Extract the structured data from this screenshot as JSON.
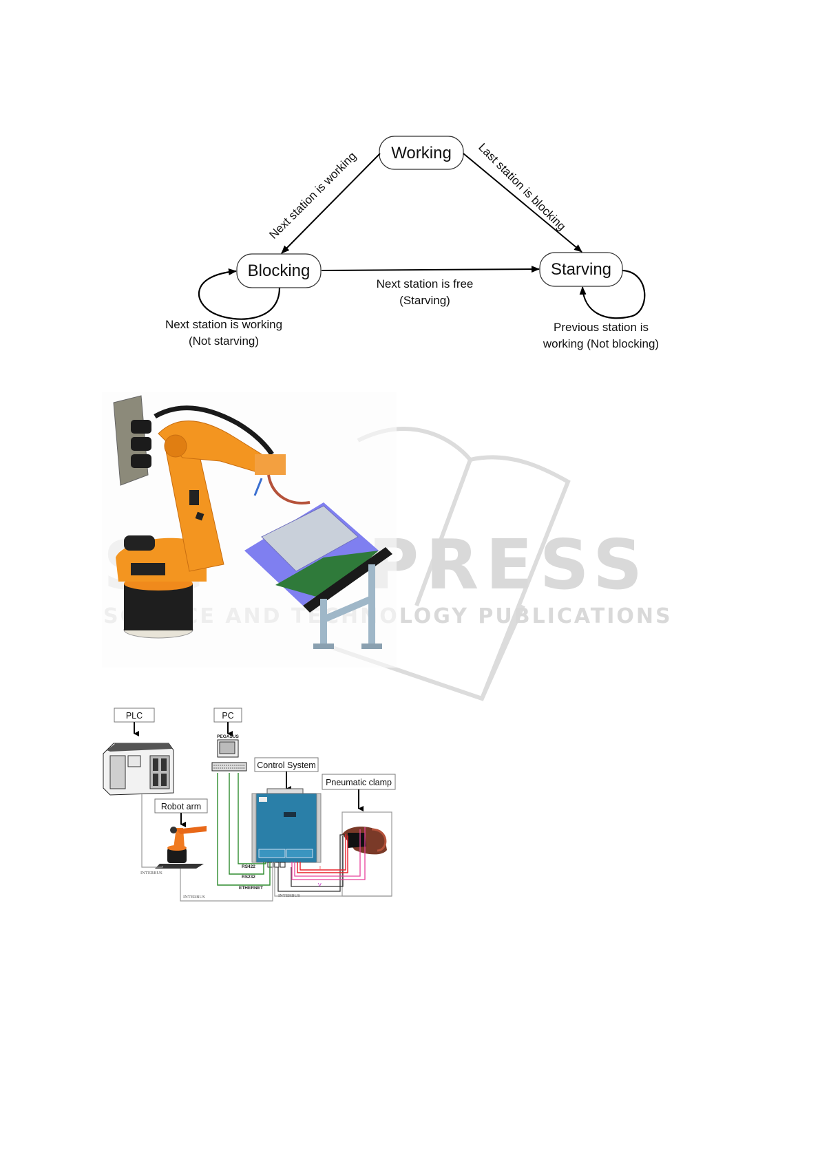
{
  "watermark": {
    "brand": "SCITEPRESS",
    "brand_visible_part": "PRESS",
    "tagline": "SCIENCE AND TECHNOLOGY PUBLICATIONS"
  },
  "state_diagram": {
    "states": [
      {
        "id": "working",
        "label": "Working"
      },
      {
        "id": "blocking",
        "label": "Blocking"
      },
      {
        "id": "starving",
        "label": "Starving"
      }
    ],
    "transitions": [
      {
        "from": "working",
        "to": "blocking",
        "label": "Next station is working"
      },
      {
        "from": "working",
        "to": "starving",
        "label": "Last station is blocking"
      },
      {
        "from": "blocking",
        "to": "starving",
        "label_line1": "Next station is free",
        "label_line2": "(Starving)"
      },
      {
        "from": "blocking",
        "to": "blocking",
        "label_line1": "Next station is working",
        "label_line2": "(Not starving)"
      },
      {
        "from": "starving",
        "to": "starving",
        "label_line1": "Previous station is",
        "label_line2": "working (Not blocking)"
      }
    ]
  },
  "robot_figure": {
    "description": "Industrial robot arm with welding gun over tilted fixture"
  },
  "system_diagram": {
    "labels": {
      "plc": "PLC",
      "pc": "PC",
      "control_system": "Control System",
      "pneumatic_clamp": "Pneumatic clamp",
      "robot_arm": "Robot arm"
    },
    "pc_brand": "PEGASUS",
    "links": {
      "rs422": "RS422",
      "rs232": "RS232",
      "ethernet": "ETHERNET",
      "interbus_plc": "INTERBUS",
      "interbus_robot": "INTERBUS",
      "interbus_clamp": "INTERBUS",
      "current": "I",
      "voltage": "V"
    },
    "colors": {
      "serial": "#2e8b2e",
      "current": "#e8202a",
      "voltage": "#e8409a",
      "interbus": "#9a9a9a",
      "control_box": "#2a7fa8"
    }
  }
}
